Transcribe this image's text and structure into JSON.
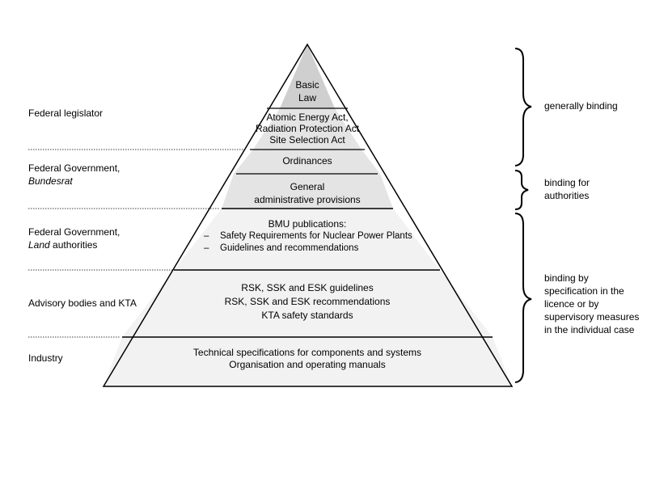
{
  "left_labels": {
    "federal_legislator": "Federal legislator",
    "fed_gov_bundesrat_line1": "Federal Government,",
    "fed_gov_bundesrat_line2": "Bundesrat",
    "fed_gov_land_line1": "Federal Government,",
    "fed_gov_land_line2_italic": "Land",
    "fed_gov_land_line2_rest": " authorities",
    "advisory": "Advisory bodies and KTA",
    "industry": "Industry"
  },
  "pyramid": {
    "basic_law_line1": "Basic",
    "basic_law_line2": "Law",
    "acts_line1": "Atomic Energy Act,",
    "acts_line2": "Radiation Protection Act",
    "acts_line3": "Site Selection Act",
    "ordinances": "Ordinances",
    "admin_line1": "General",
    "admin_line2": "administrative provisions",
    "bmu_title": "BMU publications:",
    "bmu_dash": "–",
    "bmu_item1": "Safety Requirements for Nuclear Power Plants",
    "bmu_item2": "Guidelines and recommendations",
    "rsk_line1": "RSK, SSK and ESK guidelines",
    "rsk_line2": "RSK, SSK and ESK recommendations",
    "rsk_line3": "KTA safety standards",
    "industry_line1": "Technical specifications for components and systems",
    "industry_line2": "Organisation and operating manuals"
  },
  "right_labels": {
    "generally_binding": "generally binding",
    "binding_authorities_line1": "binding for",
    "binding_authorities_line2": "authorities",
    "binding_spec_line1": "binding by",
    "binding_spec_line2": "specification in the",
    "binding_spec_line3": "licence or by",
    "binding_spec_line4": "supervisory measures",
    "binding_spec_line5": "in the individual case"
  },
  "colors": {
    "apex_fill": "#cfcfcf",
    "upper_fill": "#e4e4e4",
    "lower_fill": "#f2f2f2",
    "stroke": "#000000"
  }
}
